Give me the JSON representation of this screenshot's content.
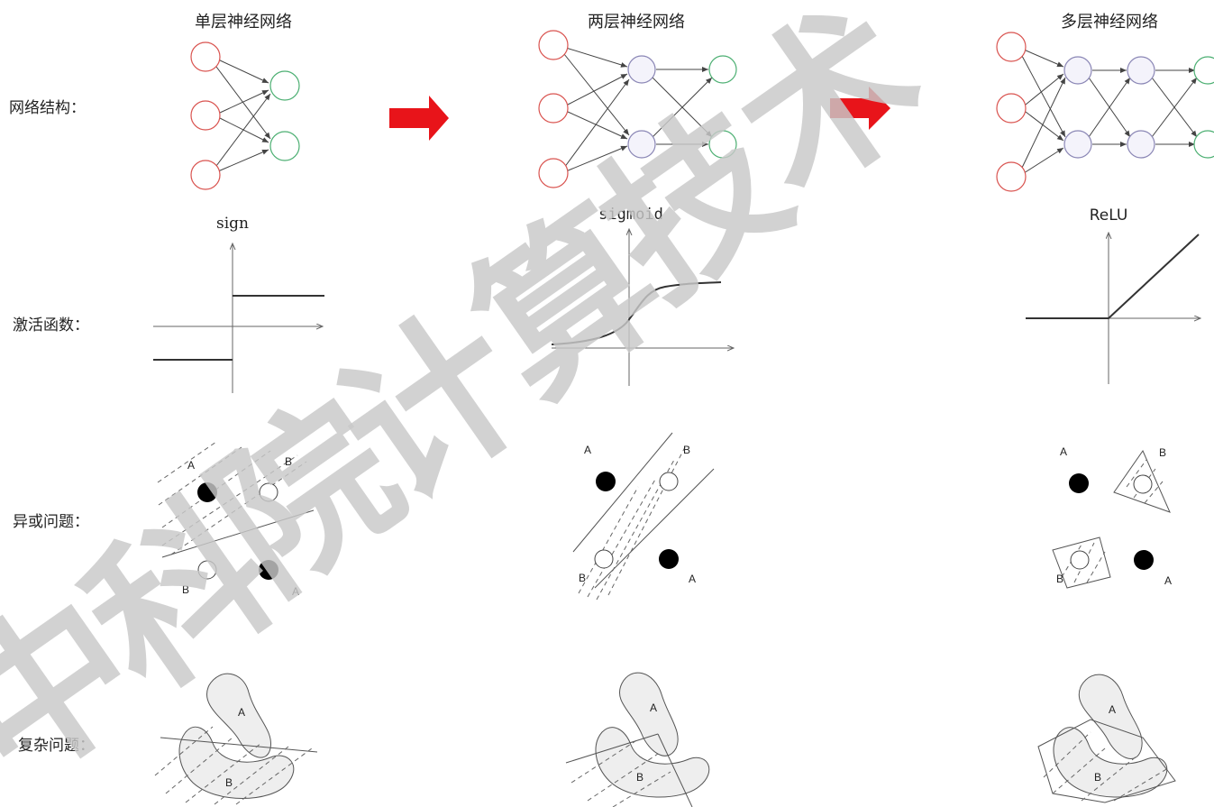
{
  "row_labels": {
    "structure": "网络结构：",
    "activation": "激活函数：",
    "xor": "异或问题：",
    "complex": "复杂问题："
  },
  "columns": [
    {
      "title": "单层神经网络",
      "activation_name": "sign"
    },
    {
      "title": "两层神经网络",
      "activation_name": "sigmoid"
    },
    {
      "title": "多层神经网络",
      "activation_name": "ReLU"
    }
  ],
  "class_labels": {
    "a": "A",
    "b": "B"
  },
  "watermark": [
    "中",
    "科",
    "院",
    "计",
    "算",
    "技",
    "术"
  ],
  "colors": {
    "arrow": "#e8141a",
    "input_node": "#d9534f",
    "hidden_node": "#8a86b5",
    "output_node": "#4caf72",
    "watermark": "#c9c9c9"
  }
}
